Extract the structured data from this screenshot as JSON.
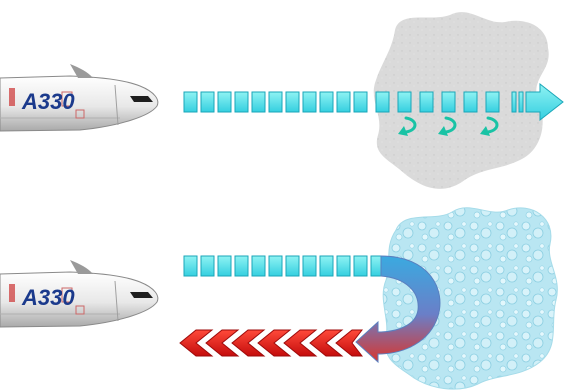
{
  "diagram": {
    "aircraft_label": "A330",
    "colors": {
      "beam": "#53e6e6",
      "beam_edge": "#1aa6b8",
      "echo": "#19c3a5",
      "reflect": "#e01515",
      "cloud": "#d9d9d9",
      "water": "#b9e6f2"
    },
    "panels": [
      {
        "label": "A330"
      },
      {
        "label": "A330"
      }
    ]
  }
}
